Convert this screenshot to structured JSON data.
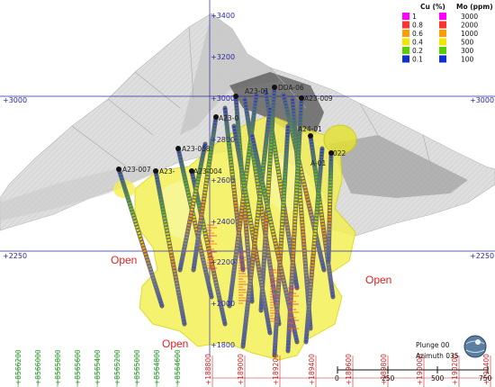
{
  "elevation_labels": [
    "+3400",
    "+3200",
    "+3000",
    "+2800",
    "+2600",
    "+2400",
    "+2200",
    "+2000",
    "+1800"
  ],
  "side_labels": {
    "left_top": "+3000",
    "right_top": "+3000",
    "left_bottom": "+2250",
    "right_bottom": "+2250"
  },
  "green_coords": [
    "+8566200",
    "+8566000",
    "+8565800",
    "+8565600",
    "+8565400",
    "+8565200",
    "+8565000",
    "+8564800",
    "+8564600"
  ],
  "red_coords": [
    "+188800",
    "+189000",
    "+189200",
    "+189400",
    "+189600",
    "+189800",
    "+190000",
    "+190200",
    "+190400"
  ],
  "open_labels": [
    "Open",
    "Open",
    "Open"
  ],
  "drillholes": [
    "A23-007",
    "A23-",
    "A23-008",
    "A23-004",
    "A23-01",
    "A23-0",
    "DDA-06",
    "A23-009",
    "A24-01",
    "A-01",
    "022"
  ],
  "legend": {
    "cu_title": "Cu (%)",
    "mo_title": "Mo (ppm)",
    "cu_values": [
      "1",
      "0.8",
      "0.6",
      "0.4",
      "0.2",
      "0.1"
    ],
    "mo_values": [
      "3000",
      "2000",
      "1000",
      "500",
      "300",
      "100"
    ],
    "colors": [
      "#ff00ff",
      "#ff3030",
      "#ff9a00",
      "#f2e600",
      "#58d000",
      "#1030d0",
      "#8a8a8a"
    ]
  },
  "view": {
    "plunge": "Plunge 00",
    "azimuth": "Azimuth 035"
  },
  "scale": {
    "ticks": [
      "0",
      "250",
      "500",
      "750"
    ]
  },
  "colors": {
    "grid": "#2a2aa0",
    "green": "#2a9a2a",
    "red": "#cc2020",
    "terrain": "#dcdcdc",
    "body": "#f0f040"
  }
}
